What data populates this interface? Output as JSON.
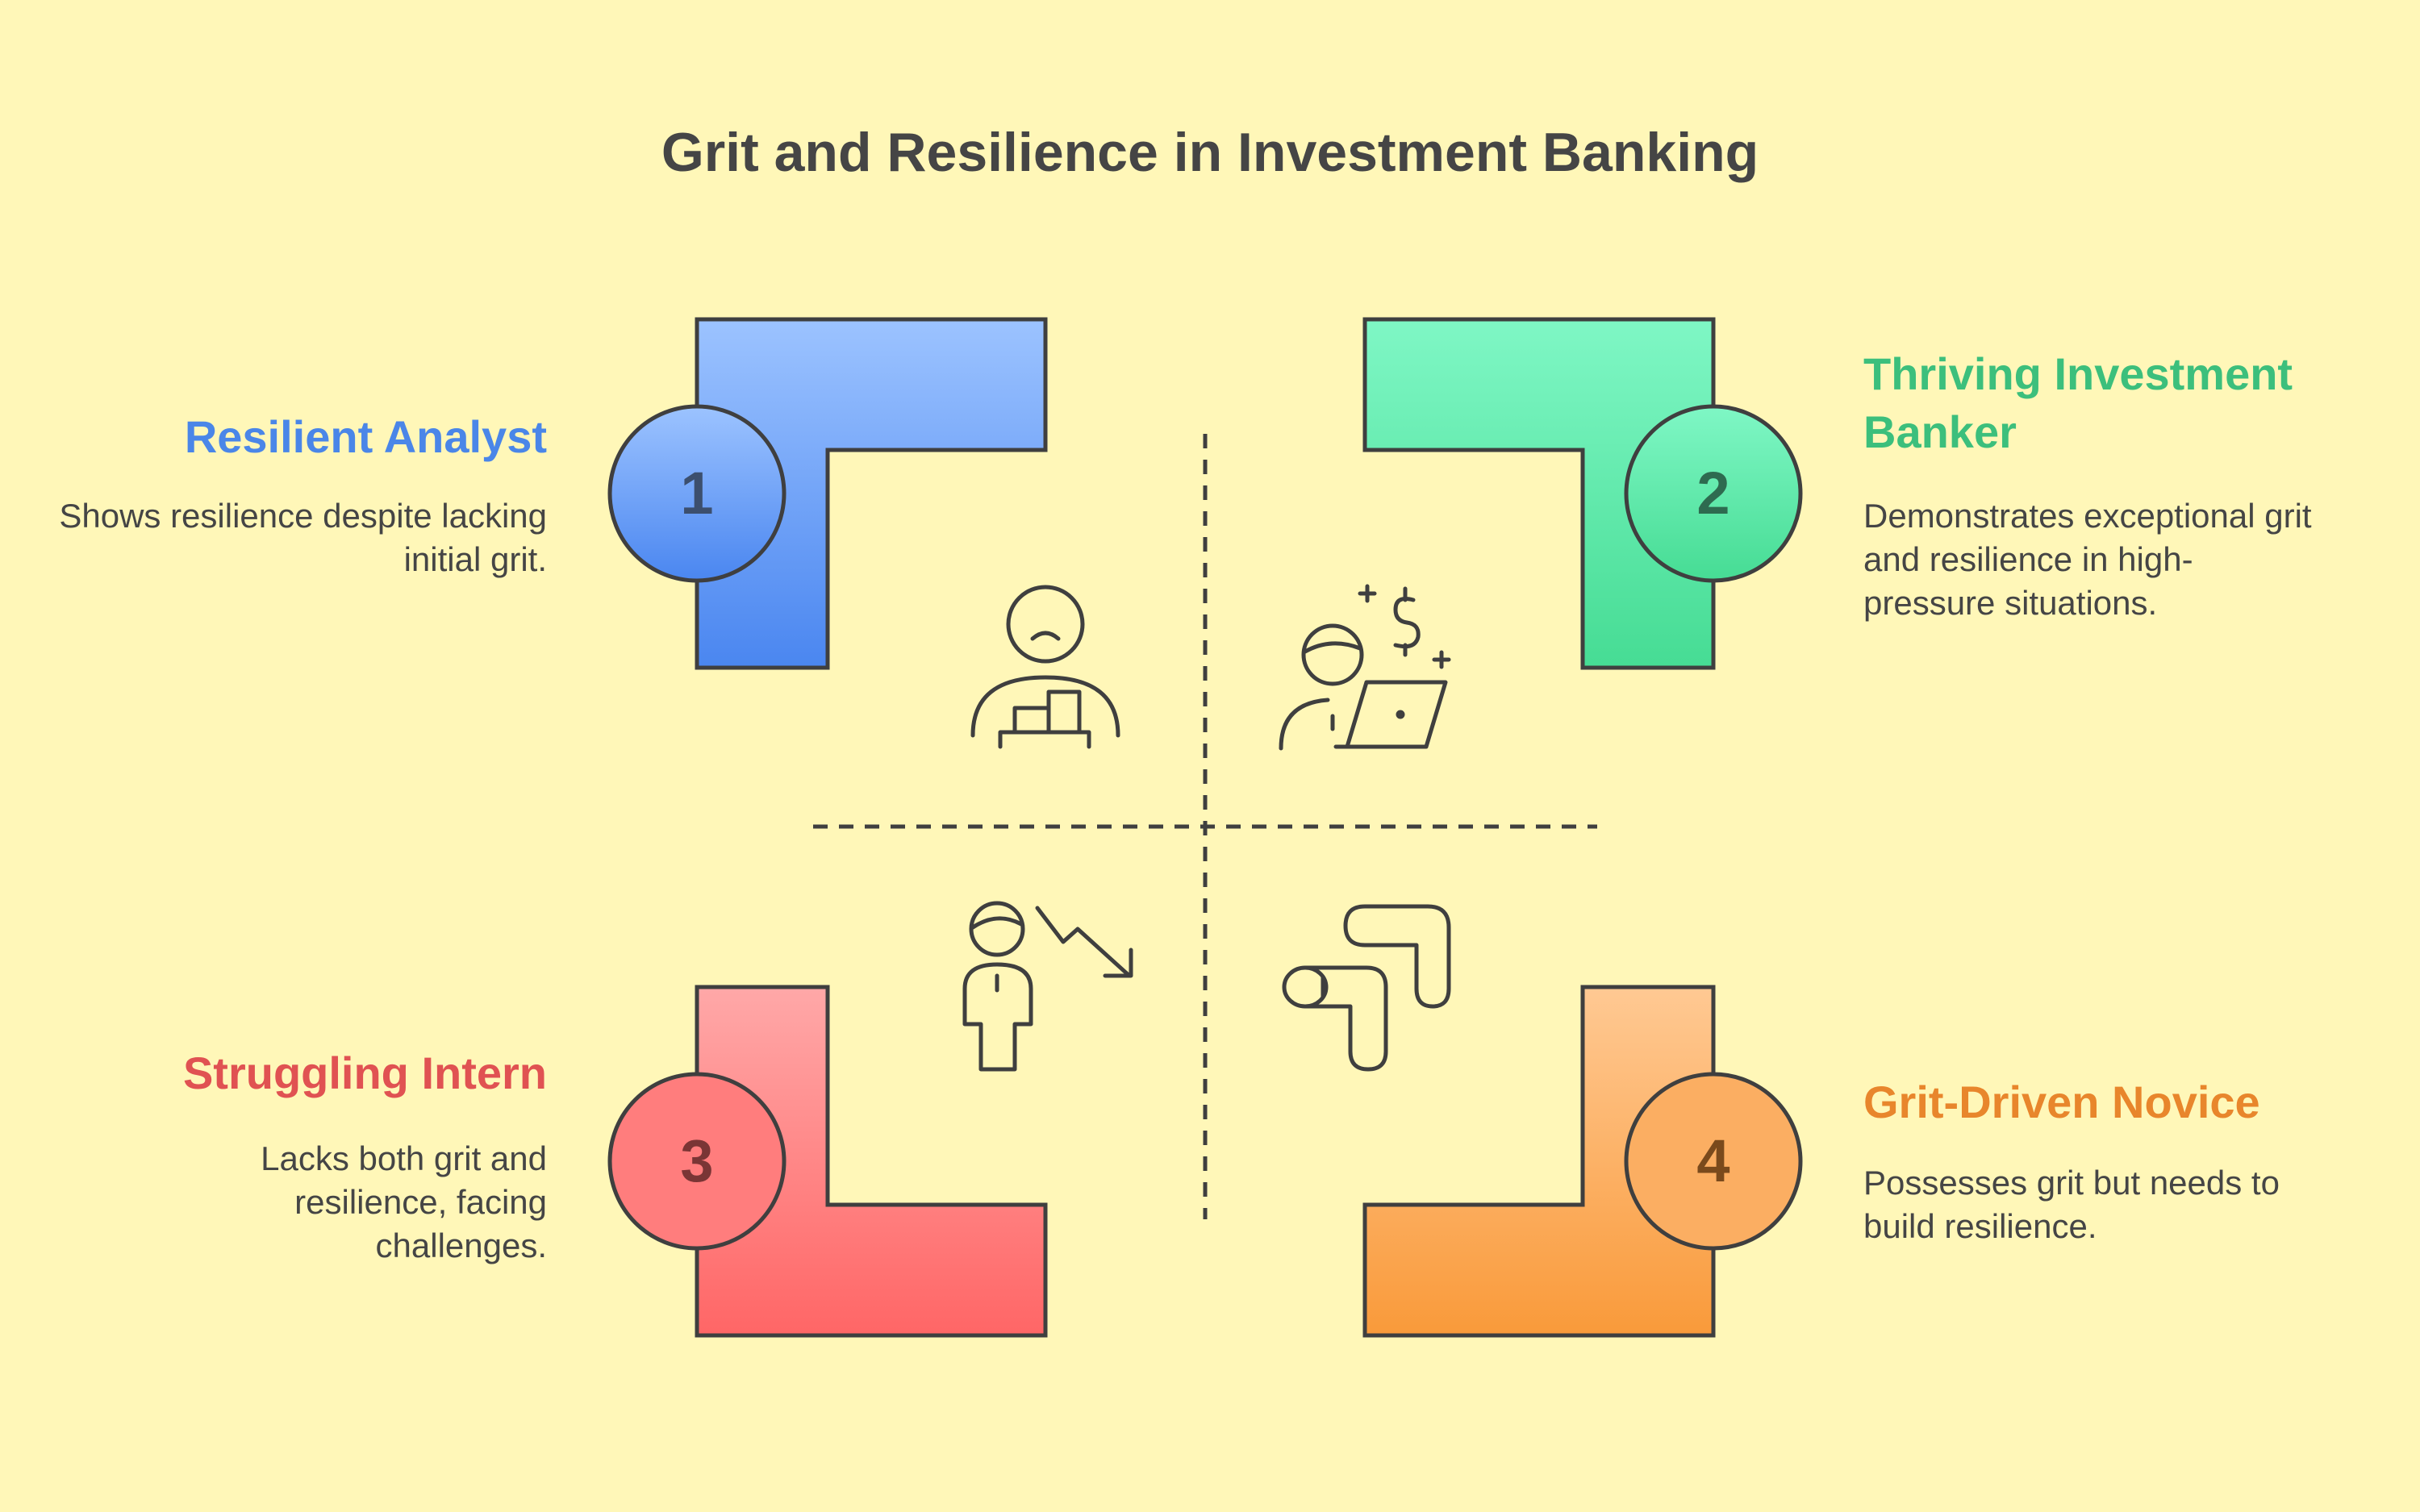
{
  "title": "Grit and Resilience in Investment Banking",
  "quadrants": [
    {
      "number": "1",
      "title": "Resilient Analyst",
      "description": "Shows resilience despite lacking initial grit.",
      "color": "#4a86e8",
      "icon": "person-frowning-with-chart-icon"
    },
    {
      "number": "2",
      "title": "Thriving Investment Banker",
      "description": "Demonstrates exceptional grit and resilience in high-pressure situations.",
      "color": "#3cbf7c",
      "icon": "person-with-laptop-and-dollar-icon"
    },
    {
      "number": "3",
      "title": "Struggling Intern",
      "description": "Lacks both grit and resilience, facing challenges.",
      "color": "#e05252",
      "icon": "person-with-declining-arrow-icon"
    },
    {
      "number": "4",
      "title": "Grit-Driven Novice",
      "description": "Possesses grit but needs to build resilience.",
      "color": "#e8862c",
      "icon": "winding-path-icon"
    }
  ],
  "colors": {
    "background": "#fff7b8",
    "outline": "#3f3f3f",
    "q1_light": "#9cc3ff",
    "q1_dark": "#4a86f0",
    "q2_light": "#7ff7c5",
    "q2_dark": "#46dc94",
    "q3_light": "#ffa8a8",
    "q3_dark": "#ff6666",
    "q4_light": "#ffc993",
    "q4_dark": "#f99a3a"
  }
}
